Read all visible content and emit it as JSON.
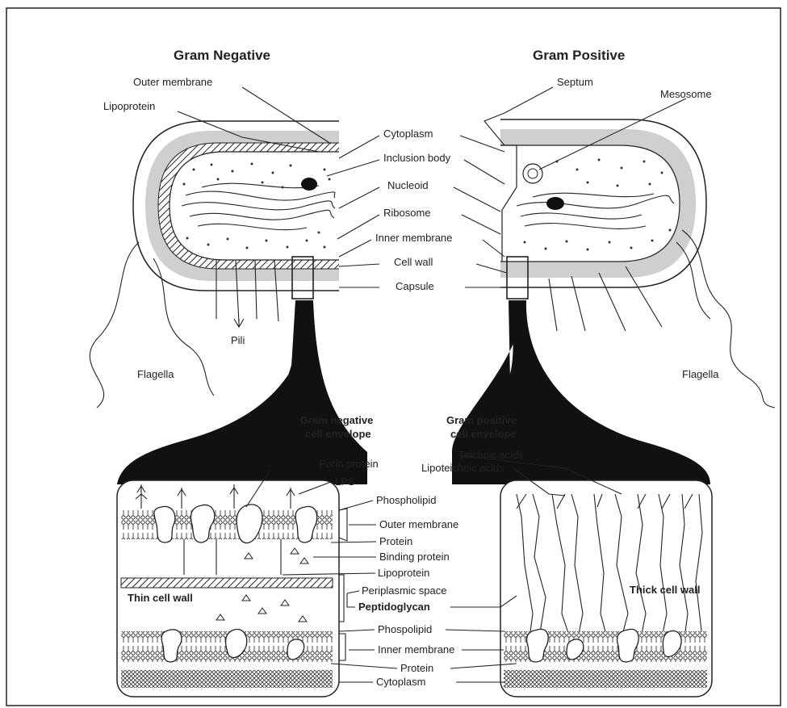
{
  "titles": {
    "gram_negative": "Gram Negative",
    "gram_positive": "Gram Positive"
  },
  "top_labels": {
    "outer_membrane": "Outer membrane",
    "lipoprotein": "Lipoprotein",
    "septum": "Septum",
    "mesosome": "Mesosome",
    "cytoplasm": "Cytoplasm",
    "inclusion_body": "Inclusion body",
    "nucleoid": "Nucleoid",
    "ribosome": "Ribosome",
    "inner_membrane": "Inner membrane",
    "cell_wall": "Cell wall",
    "capsule": "Capsule",
    "pili": "Pili",
    "flagella_left": "Flagella",
    "flagella_right": "Flagella"
  },
  "envelope_titles": {
    "neg_line1": "Gram negative",
    "neg_line2": "cell envelope",
    "pos_line1": "Gram positive",
    "pos_line2": "cell envelope"
  },
  "envelope_labels": {
    "teichoic_acids": "Teichoic acids",
    "lipoteichoic_acids": "Lipoteichoic acids",
    "porin_protein": "Porin protein",
    "lps": "LPS",
    "phospholipid_top": "Phospholipid",
    "outer_membrane": "Outer membrane",
    "protein_top": "Protein",
    "binding_protein": "Binding protein",
    "lipoprotein": "Lipoprotein",
    "periplasmic_space": "Periplasmic space",
    "thin_cell_wall": "Thin cell wall",
    "peptidoglycan": "Peptidoglycan",
    "thick_cell_wall": "Thick cell wall",
    "phospolipid_bottom": "Phospolipid",
    "inner_membrane": "Inner membrane",
    "protein_bottom": "Protein",
    "cytoplasm": "Cytoplasm"
  }
}
